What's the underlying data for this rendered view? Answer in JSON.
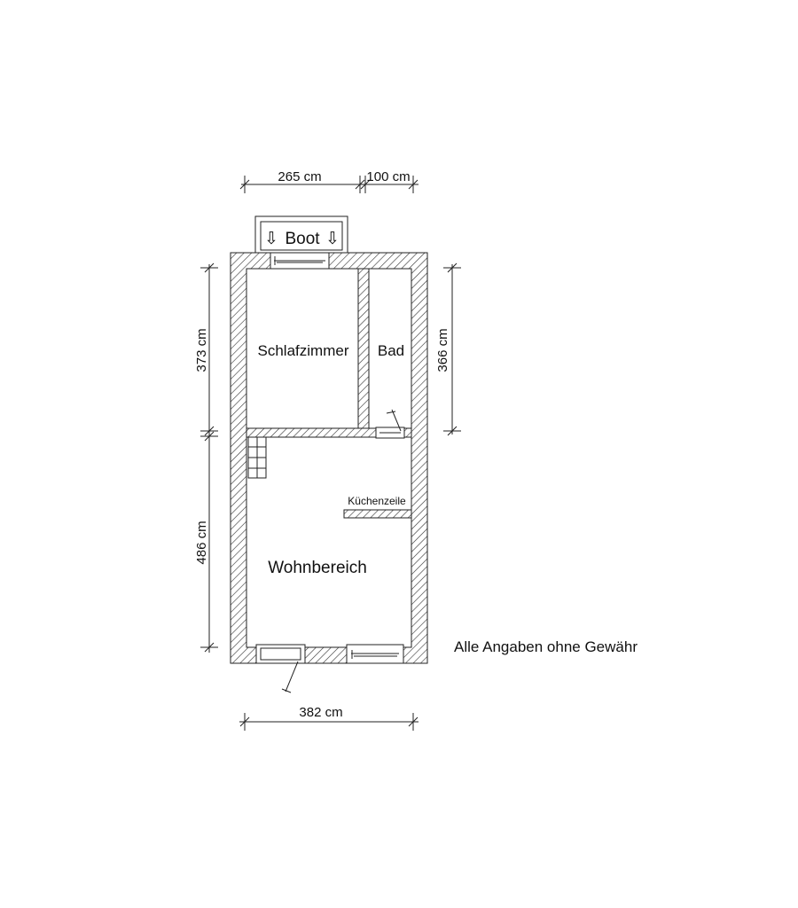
{
  "dimensions": {
    "top_left": "265 cm",
    "top_right": "100 cm",
    "left_upper": "373 cm",
    "left_lower": "486 cm",
    "right_upper": "366 cm",
    "bottom": "382 cm"
  },
  "rooms": {
    "bedroom": "Schlafzimmer",
    "bath": "Bad",
    "kitchenette": "Küchenzeile",
    "living": "Wohnbereich"
  },
  "boat": {
    "label": "Boot",
    "arrow": "⇩"
  },
  "disclaimer": "Alle Angaben ohne Gewähr"
}
